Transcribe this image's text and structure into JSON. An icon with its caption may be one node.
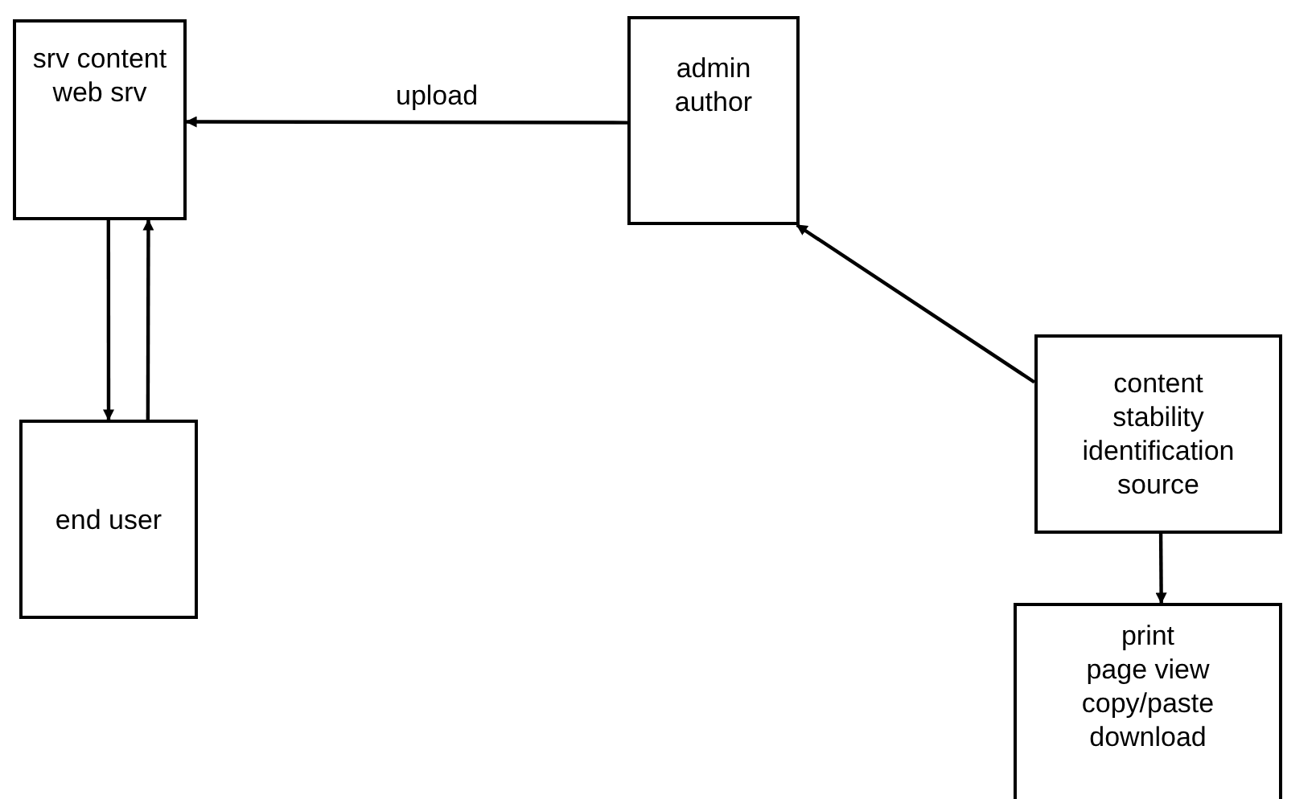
{
  "diagram": {
    "nodes": [
      {
        "text": [
          "srv content",
          "web srv"
        ]
      },
      {
        "text": [
          "admin",
          "author"
        ]
      },
      {
        "text": [
          "end user"
        ]
      },
      {
        "text": [
          "content",
          "stability",
          "identification",
          "source"
        ]
      },
      {
        "text": [
          "print",
          "page view",
          "copy/paste",
          "download"
        ]
      }
    ],
    "edges": [
      {
        "from": 1,
        "to": 0,
        "arrow": "to",
        "label": "upload"
      },
      {
        "from": 0,
        "to": 2,
        "arrow": "to"
      },
      {
        "from": 2,
        "to": 0,
        "arrow": "to"
      },
      {
        "from": 3,
        "to": 1,
        "arrow": "to"
      },
      {
        "from": 3,
        "to": 4,
        "arrow": "to"
      }
    ]
  }
}
